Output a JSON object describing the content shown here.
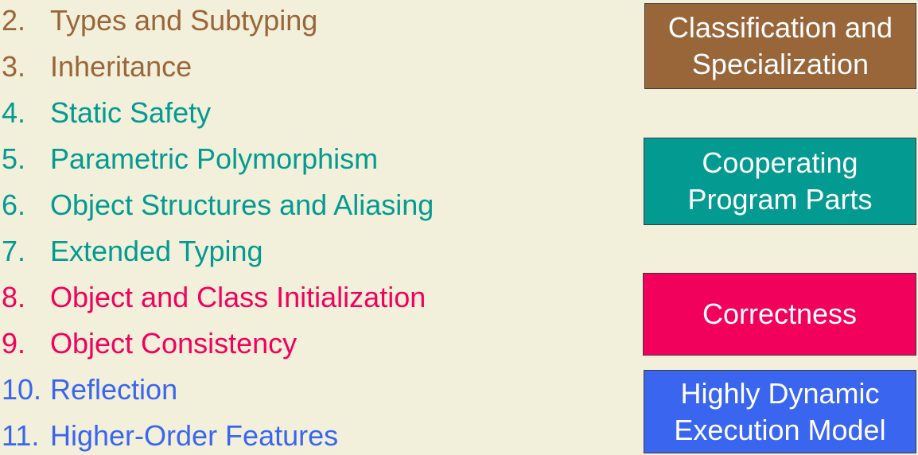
{
  "colors": {
    "background": "#f2f0da",
    "brown": "#99663a",
    "teal": "#039a91",
    "pink": "#f1005c",
    "blue": "#3a66ef"
  },
  "outline": [
    {
      "number": "2.",
      "title": "Types and Subtyping"
    },
    {
      "number": "3.",
      "title": "Inheritance"
    },
    {
      "number": "4.",
      "title": "Static Safety"
    },
    {
      "number": "5.",
      "title": "Parametric Polymorphism"
    },
    {
      "number": "6.",
      "title": "Object Structures and Aliasing"
    },
    {
      "number": "7.",
      "title": "Extended Typing"
    },
    {
      "number": "8.",
      "title": "Object and Class Initialization"
    },
    {
      "number": "9.",
      "title": "Object Consistency"
    },
    {
      "number": "10.",
      "title": "Reflection"
    },
    {
      "number": "11.",
      "title": "Higher-Order Features"
    }
  ],
  "categories": [
    {
      "line1": "Classification and",
      "line2": "Specialization"
    },
    {
      "line1": "Cooperating",
      "line2": "Program Parts"
    },
    {
      "line1": "Correctness",
      "line2": ""
    },
    {
      "line1": "Highly Dynamic",
      "line2": "Execution Model"
    }
  ]
}
